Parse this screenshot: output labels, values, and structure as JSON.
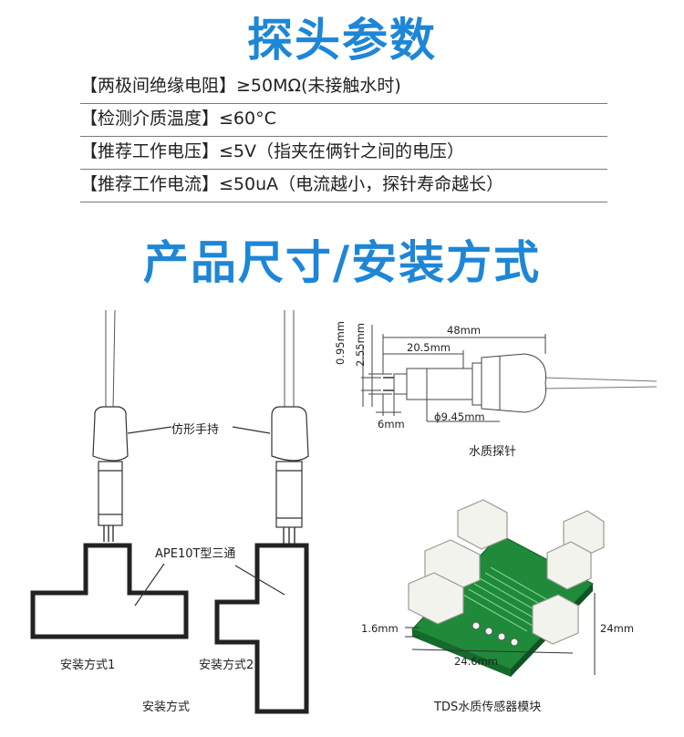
{
  "sections": {
    "probe_title": "探头参数",
    "size_title": "产品尺寸/安装方式"
  },
  "params": [
    "【两极间绝缘电阻】≥50MΩ(未接触水时)",
    "【检测介质温度】≤60°C",
    "【推荐工作电压】≤5V（指夹在俩针之间的电压）",
    "【推荐工作电流】≤50uA（电流越小，探针寿命越长）"
  ],
  "install": {
    "handheld": "仿形手持",
    "tee": "APE10T型三通",
    "method1": "安装方式1",
    "method2": "安装方式2",
    "caption": "安装方式"
  },
  "probe_dims": {
    "length": "48mm",
    "half": "20.5mm",
    "pin_gap": "0.95mm",
    "pin_dia": "2.55mm",
    "pin_len": "6mm",
    "body_dia": "ϕ9.45mm",
    "caption": "水质探针"
  },
  "module_dims": {
    "thickness": "1.6mm",
    "height": "24mm",
    "width": "24.6mm",
    "caption": "TDS水质传感器模块"
  },
  "colors": {
    "accent": "#1e86d6",
    "pcb": "#1f8a3a",
    "connector": "#f3f3ee"
  }
}
